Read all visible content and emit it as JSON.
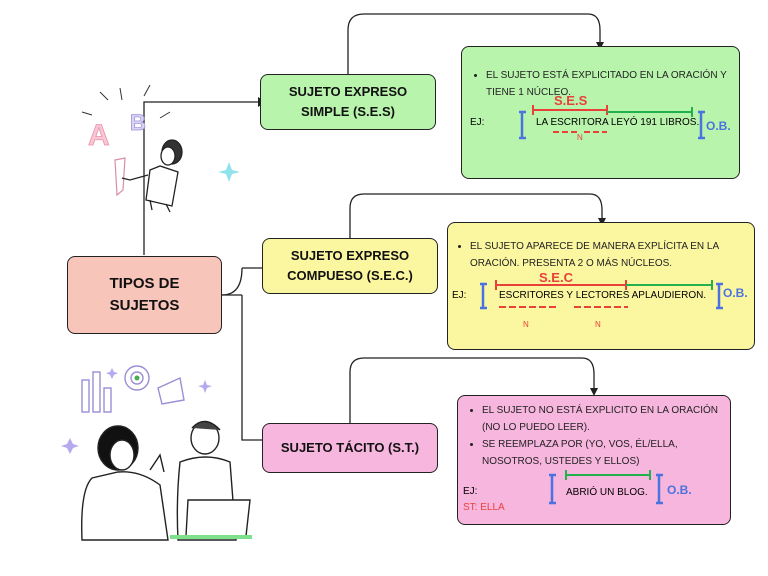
{
  "main": {
    "label": "TIPOS DE SUJETOS"
  },
  "colors": {
    "main": "#f7c5b9",
    "ses": "#b9f4ad",
    "sec": "#fbf6a0",
    "st": "#f7b6de",
    "red": "#e8413a",
    "green": "#22b14c",
    "blue": "#4a72e0"
  },
  "ses": {
    "label": "SUJETO EXPRESO SIMPLE (S.E.S)",
    "bullets": [
      "EL SUJETO ESTÁ EXPLICITADO EN LA ORACIÓN Y TIENE 1 NÚCLEO."
    ],
    "ej_label": "EJ:",
    "subject_tag": "S.E.S",
    "sentence": "LA ESCRITORA LEYÓ 191 LIBROS.",
    "nucleus_marks": [
      "N"
    ],
    "ob_label": "O.B."
  },
  "sec": {
    "label": "SUJETO EXPRESO COMPUESO (S.E.C.)",
    "bullets": [
      "EL SUJETO APARECE DE MANERA EXPLÍCITA EN LA ORACIÓN. PRESENTA 2 O MÁS NÚCLEOS."
    ],
    "ej_label": "EJ:",
    "subject_tag": "S.E.C",
    "sentence": "ESCRITORES Y LECTORES APLAUDIERON.",
    "nucleus_marks": [
      "N",
      "N"
    ],
    "ob_label": "O.B."
  },
  "st": {
    "label": "SUJETO TÁCITO (S.T.)",
    "bullets": [
      "EL SUJETO NO ESTÁ EXPLICITO EN LA ORACIÓN (NO LO PUEDO LEER).",
      "SE REEMPLAZA POR (YO, VOS, ÉL/ELLA, NOSOTROS, USTEDES Y ELLOS)"
    ],
    "ej_label": "EJ:",
    "sentence": "ABRIÓ UN BLOG.",
    "ob_label": "O.B.",
    "tacit_note": "ST: ELLA"
  },
  "illustrations": [
    "letters-ab-illustration",
    "woman-with-wrench-illustration",
    "sparkle-icon",
    "two-people-laptop-illustration",
    "chart-target-megaphone-icon"
  ]
}
